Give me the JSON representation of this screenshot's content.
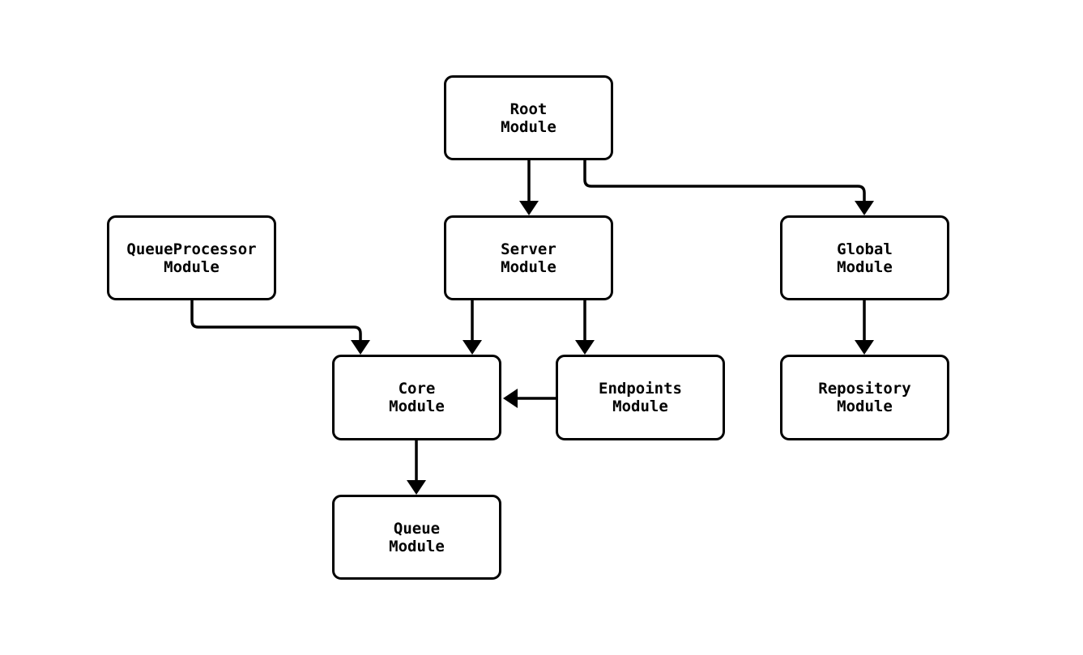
{
  "diagram": {
    "type": "flowchart",
    "orientation": "top-down",
    "background_color": "#ffffff",
    "node_fill_color": "#ffffff",
    "stroke_color": "#000000",
    "nodes": [
      {
        "id": "root",
        "label": "Root\nModule"
      },
      {
        "id": "queueprocessor",
        "label": "QueueProcessor\nModule"
      },
      {
        "id": "server",
        "label": "Server\nModule"
      },
      {
        "id": "global",
        "label": "Global\nModule"
      },
      {
        "id": "core",
        "label": "Core\nModule"
      },
      {
        "id": "endpoints",
        "label": "Endpoints\nModule"
      },
      {
        "id": "repository",
        "label": "Repository\nModule"
      },
      {
        "id": "queue",
        "label": "Queue\nModule"
      }
    ],
    "edges": [
      {
        "from": "Root Module",
        "to": "Server Module"
      },
      {
        "from": "Root Module",
        "to": "Global Module"
      },
      {
        "from": "QueueProcessor Module",
        "to": "Core Module"
      },
      {
        "from": "Server Module",
        "to": "Core Module"
      },
      {
        "from": "Server Module",
        "to": "Endpoints Module"
      },
      {
        "from": "Endpoints Module",
        "to": "Core Module"
      },
      {
        "from": "Global Module",
        "to": "Repository Module"
      },
      {
        "from": "Core Module",
        "to": "Queue Module"
      }
    ]
  }
}
